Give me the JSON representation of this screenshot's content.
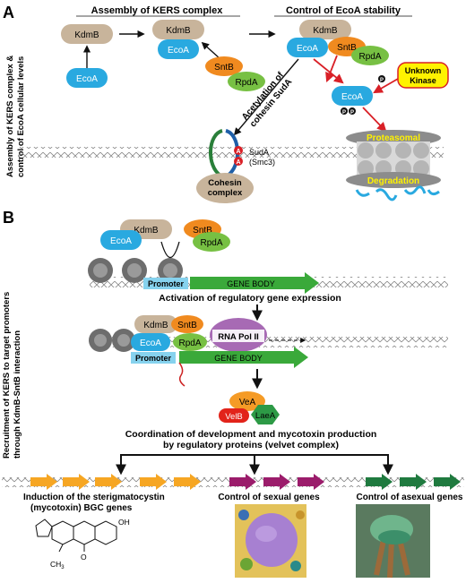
{
  "panel_a": {
    "letter": "A",
    "side_label_1": "Assembly of KERS complex &",
    "side_label_2": "control of EcoA cellular levels",
    "header_left": "Assembly of KERS complex",
    "header_right": "Control of EcoA stability",
    "kdmb": "KdmB",
    "ecoa": "EcoA",
    "sntb": "SntB",
    "rpda": "RpdA",
    "acetylation_1": "Acetylation of",
    "acetylation_2": "cohesin SudA",
    "suda_1": "SudA",
    "suda_2": "(Smc3)",
    "a_mark": "A",
    "cohesin_1": "Cohesin",
    "cohesin_2": "complex",
    "p_mark": "P",
    "unknown_1": "Unknown",
    "unknown_2": "Kinase",
    "proteasomal": "Proteasomal",
    "degradation": "Degradation"
  },
  "panel_b": {
    "letter": "B",
    "side_label_1": "Recruitment of KERS to target promoters",
    "side_label_2": "through KdmB-SntB interaction",
    "kdmb": "KdmB",
    "ecoa": "EcoA",
    "sntb": "SntB",
    "rpda": "RpdA",
    "promoter": "Promoter",
    "gene_body": "GENE BODY",
    "activation": "Activation of regulatory gene expression",
    "rna_pol": "RNA Pol II",
    "vea": "VeA",
    "velb": "VelB",
    "laea": "LaeA",
    "coord_1": "Coordination of development and mycotoxin production",
    "coord_2": "by regulatory proteins (velvet complex)",
    "induction_1": "Induction of the sterigmatocystin",
    "induction_2": "(mycotoxin) BGC genes",
    "sexual": "Control of sexual genes",
    "asexual": "Control of asexual genes",
    "oh": "OH",
    "methyl": "CH",
    "methyl_sub": "3",
    "o_atom": "O"
  },
  "colors": {
    "kdmb": "#c8b49b",
    "ecoa": "#29a9e0",
    "sntb": "#f08a1f",
    "rpda": "#77c043",
    "promoter": "#86d2ee",
    "gene_body": "#3aa93a",
    "orange_genes": "#f6a623",
    "purple_genes": "#9b1c6b",
    "green_genes": "#1f7a3f",
    "red": "#d92027",
    "kinase_fill": "#fff200",
    "rna_pol": "#a76ab4",
    "vea": "#f59b26",
    "velb": "#e2231a",
    "laea": "#2d9a46",
    "proteasome": "#bfbfbf"
  }
}
